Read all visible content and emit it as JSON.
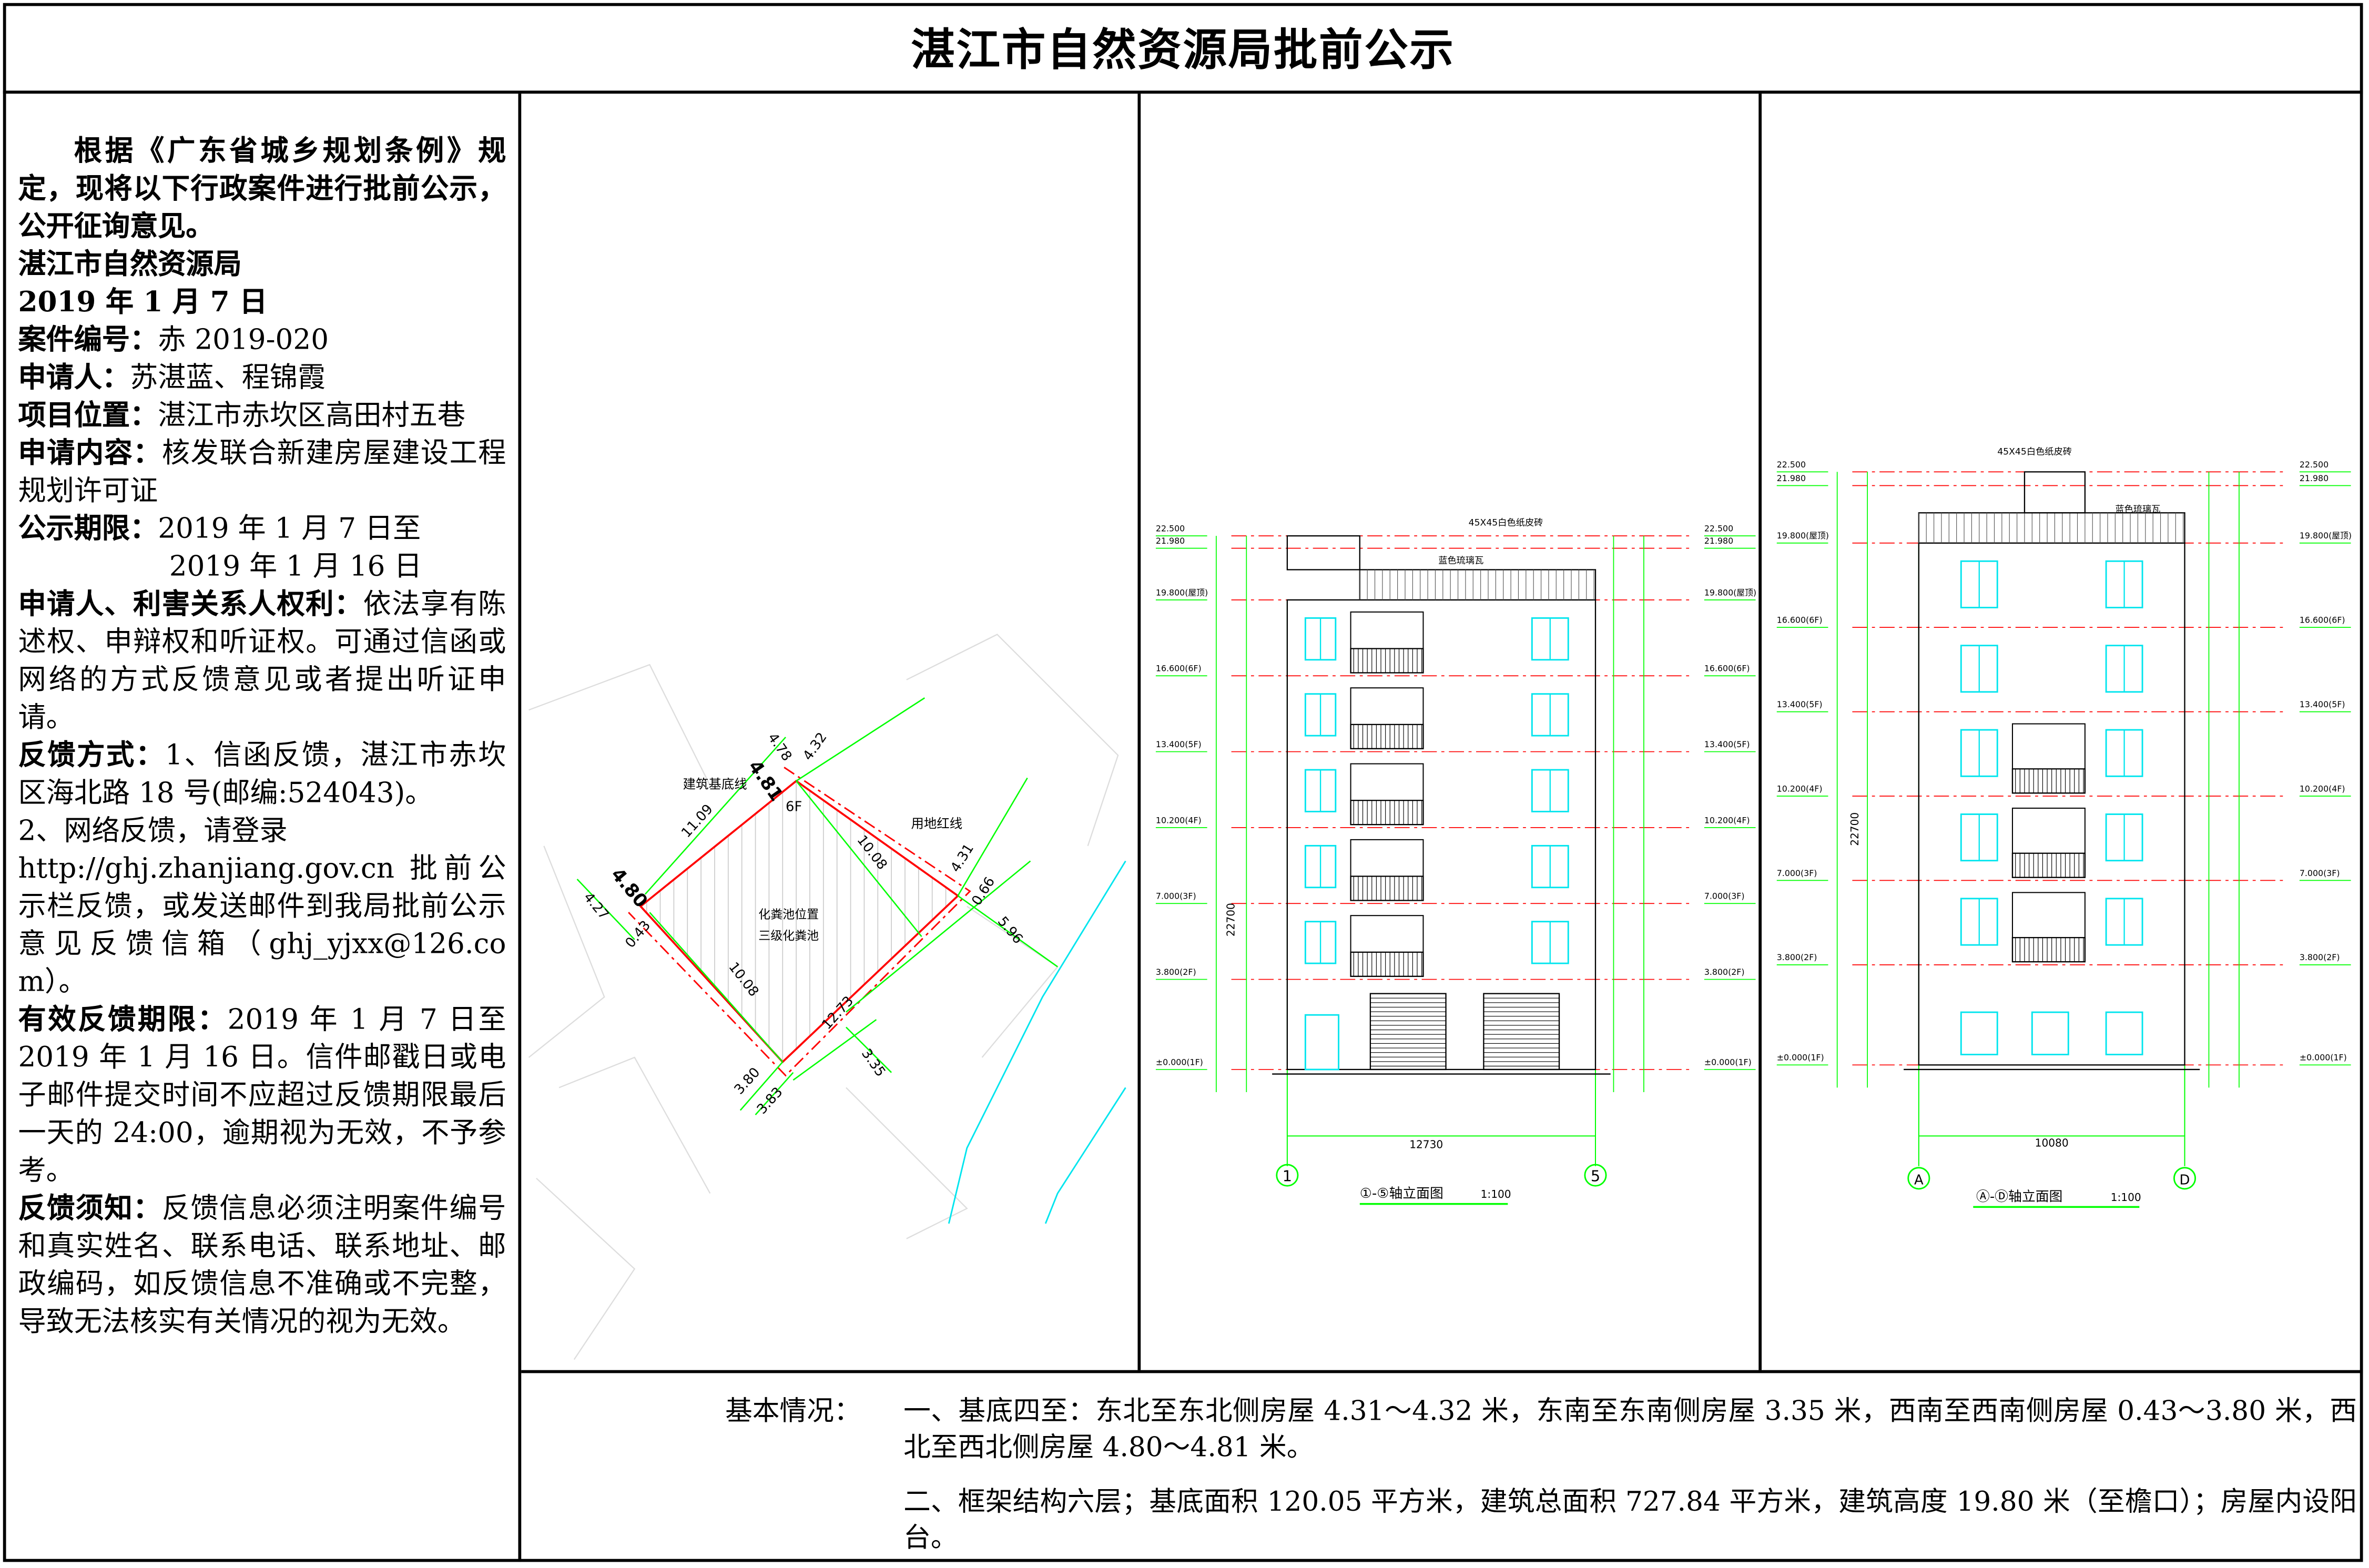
{
  "title": "湛江市自然资源局批前公示",
  "notice": {
    "intro": "根据《广东省城乡规划条例》规定，现将以下行政案件进行批前公示，公开征询意见。",
    "org": "湛江市自然资源局",
    "date": "2019 年 1 月 7 日",
    "case_no": {
      "label": "案件编号：",
      "value": "赤 2019-020"
    },
    "applicant": {
      "label": "申请人：",
      "value": "苏湛蓝、程锦霞"
    },
    "location": {
      "label": "项目位置：",
      "value": "湛江市赤坎区高田村五巷"
    },
    "content": {
      "label": "申请内容：",
      "value": "核发联合新建房屋建设工程规划许可证"
    },
    "period": {
      "label": "公示期限：",
      "from": "2019 年 1 月 7 日至",
      "to": "2019 年 1 月 16 日"
    },
    "rights": {
      "label": "申请人、利害关系人权利：",
      "value": "依法享有陈述权、申辩权和听证权。可通过信函或网络的方式反馈意见或者提出听证申请。"
    },
    "feedback": {
      "label": "反馈方式：",
      "mail": "1、信函反馈，湛江市赤坎区海北路 18 号(邮编:524043)。",
      "web_intro": "2、网络反馈，请登录",
      "web": "http://ghj.zhanjiang.gov.cn 批前公示栏反馈，或发送邮件到我局批前公示意见反馈信箱（ghj_yjxx@126.com）。"
    },
    "valid_period": {
      "label": "有效反馈期限：",
      "value": "2019 年 1 月 7 日至 2019 年 1 月 16 日。信件邮戳日或电子邮件提交时间不应超过反馈期限最后一天的 24:00，逾期视为无效，不予参考。"
    },
    "notes": {
      "label": "反馈须知：",
      "value": "反馈信息必须注明案件编号和真实姓名、联系电话、联系地址、邮政编码，如反馈信息不准确或不完整，导致无法核实有关情况的视为无效。"
    }
  },
  "site_plan": {
    "labels": {
      "base_line": "建筑基底线",
      "red_line": "用地红线",
      "floors": "6F",
      "septic_pos": "化粪池位置",
      "septic_type": "三级化粪池"
    },
    "dims": [
      "4.81",
      "4.78",
      "4.32",
      "11.09",
      "10.08",
      "4.31",
      "0.66",
      "5.96",
      "4.80",
      "4.27",
      "0.43",
      "10.08",
      "12.73",
      "3.35",
      "3.80",
      "3.83"
    ]
  },
  "elevations": [
    {
      "title": "①-⑤轴立面图",
      "scale": "1:100",
      "axis_left": "1",
      "axis_right": "5",
      "width_dim": "12730",
      "note_tile": "45X45白色纸皮砖",
      "note_roof": "蓝色琉璃瓦",
      "levels": [
        {
          "label": "22.500",
          "h": 22.5
        },
        {
          "label": "21.980",
          "h": 21.98
        },
        {
          "label": "19.800(屋顶)",
          "h": 19.8
        },
        {
          "label": "16.600(6F)",
          "h": 16.6
        },
        {
          "label": "13.400(5F)",
          "h": 13.4
        },
        {
          "label": "10.200(4F)",
          "h": 10.2
        },
        {
          "label": "7.000(3F)",
          "h": 7.0
        },
        {
          "label": "3.800(2F)",
          "h": 3.8
        },
        {
          "label": "±0.000(1F)",
          "h": 0
        }
      ],
      "total_dim": "22700"
    },
    {
      "title": "Ⓐ-Ⓓ轴立面图",
      "scale": "1:100",
      "axis_left": "A",
      "axis_right": "D",
      "width_dim": "10080",
      "note_tile": "45X45白色纸皮砖",
      "note_roof": "蓝色琉璃瓦",
      "levels": [
        {
          "label": "22.500",
          "h": 22.5
        },
        {
          "label": "21.980",
          "h": 21.98
        },
        {
          "label": "19.800(屋顶)",
          "h": 19.8
        },
        {
          "label": "16.600(6F)",
          "h": 16.6
        },
        {
          "label": "13.400(5F)",
          "h": 13.4
        },
        {
          "label": "10.200(4F)",
          "h": 10.2
        },
        {
          "label": "7.000(3F)",
          "h": 7.0
        },
        {
          "label": "3.800(2F)",
          "h": 3.8
        },
        {
          "label": "±0.000(1F)",
          "h": 0
        }
      ],
      "total_dim": "22700"
    }
  ],
  "basic_info": {
    "label": "基本情况：",
    "item1": "一、基底四至：东北至东北侧房屋 4.31～4.32 米，东南至东南侧房屋 3.35 米，西南至西南侧房屋 0.43～3.80 米，西北至西北侧房屋 4.80～4.81 米。",
    "item2": "二、框架结构六层；基底面积 120.05 平方米，建筑总面积 727.84 平方米，建筑高度 19.80 米（至檐口）；房屋内设阳台。"
  },
  "colors": {
    "red_line": "#ff0000",
    "dim": "#00ff00",
    "window": "#00e5ee"
  }
}
